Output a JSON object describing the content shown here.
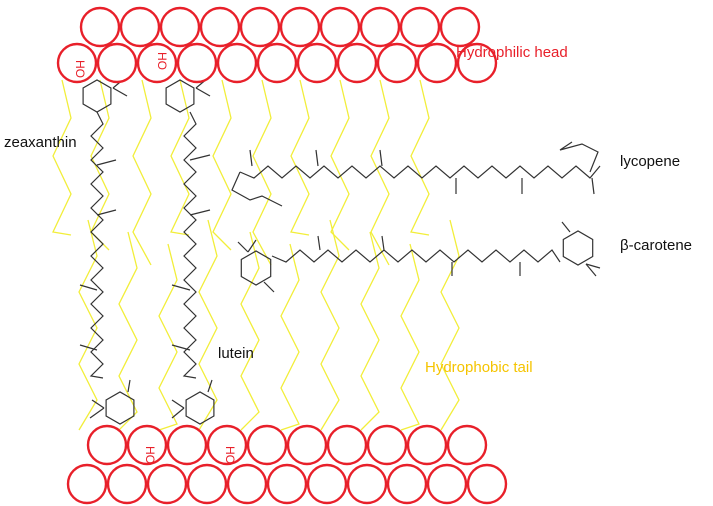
{
  "labels": {
    "hydrophilic_head": "Hydrophilic head",
    "hydrophobic_tail": "Hydrophobic tail",
    "zeaxanthin": "zeaxanthin",
    "lutein": "lutein",
    "lycopene": "lycopene",
    "beta_carotene": "β-carotene",
    "hydroxyl": "HO"
  },
  "colors": {
    "head": "#e8202a",
    "tail": "#f2ee3a",
    "molecule": "#333333",
    "hydrophilic_text": "#e8202a",
    "hydrophobic_text": "#f5c400",
    "molecule_text": "#111111"
  }
}
